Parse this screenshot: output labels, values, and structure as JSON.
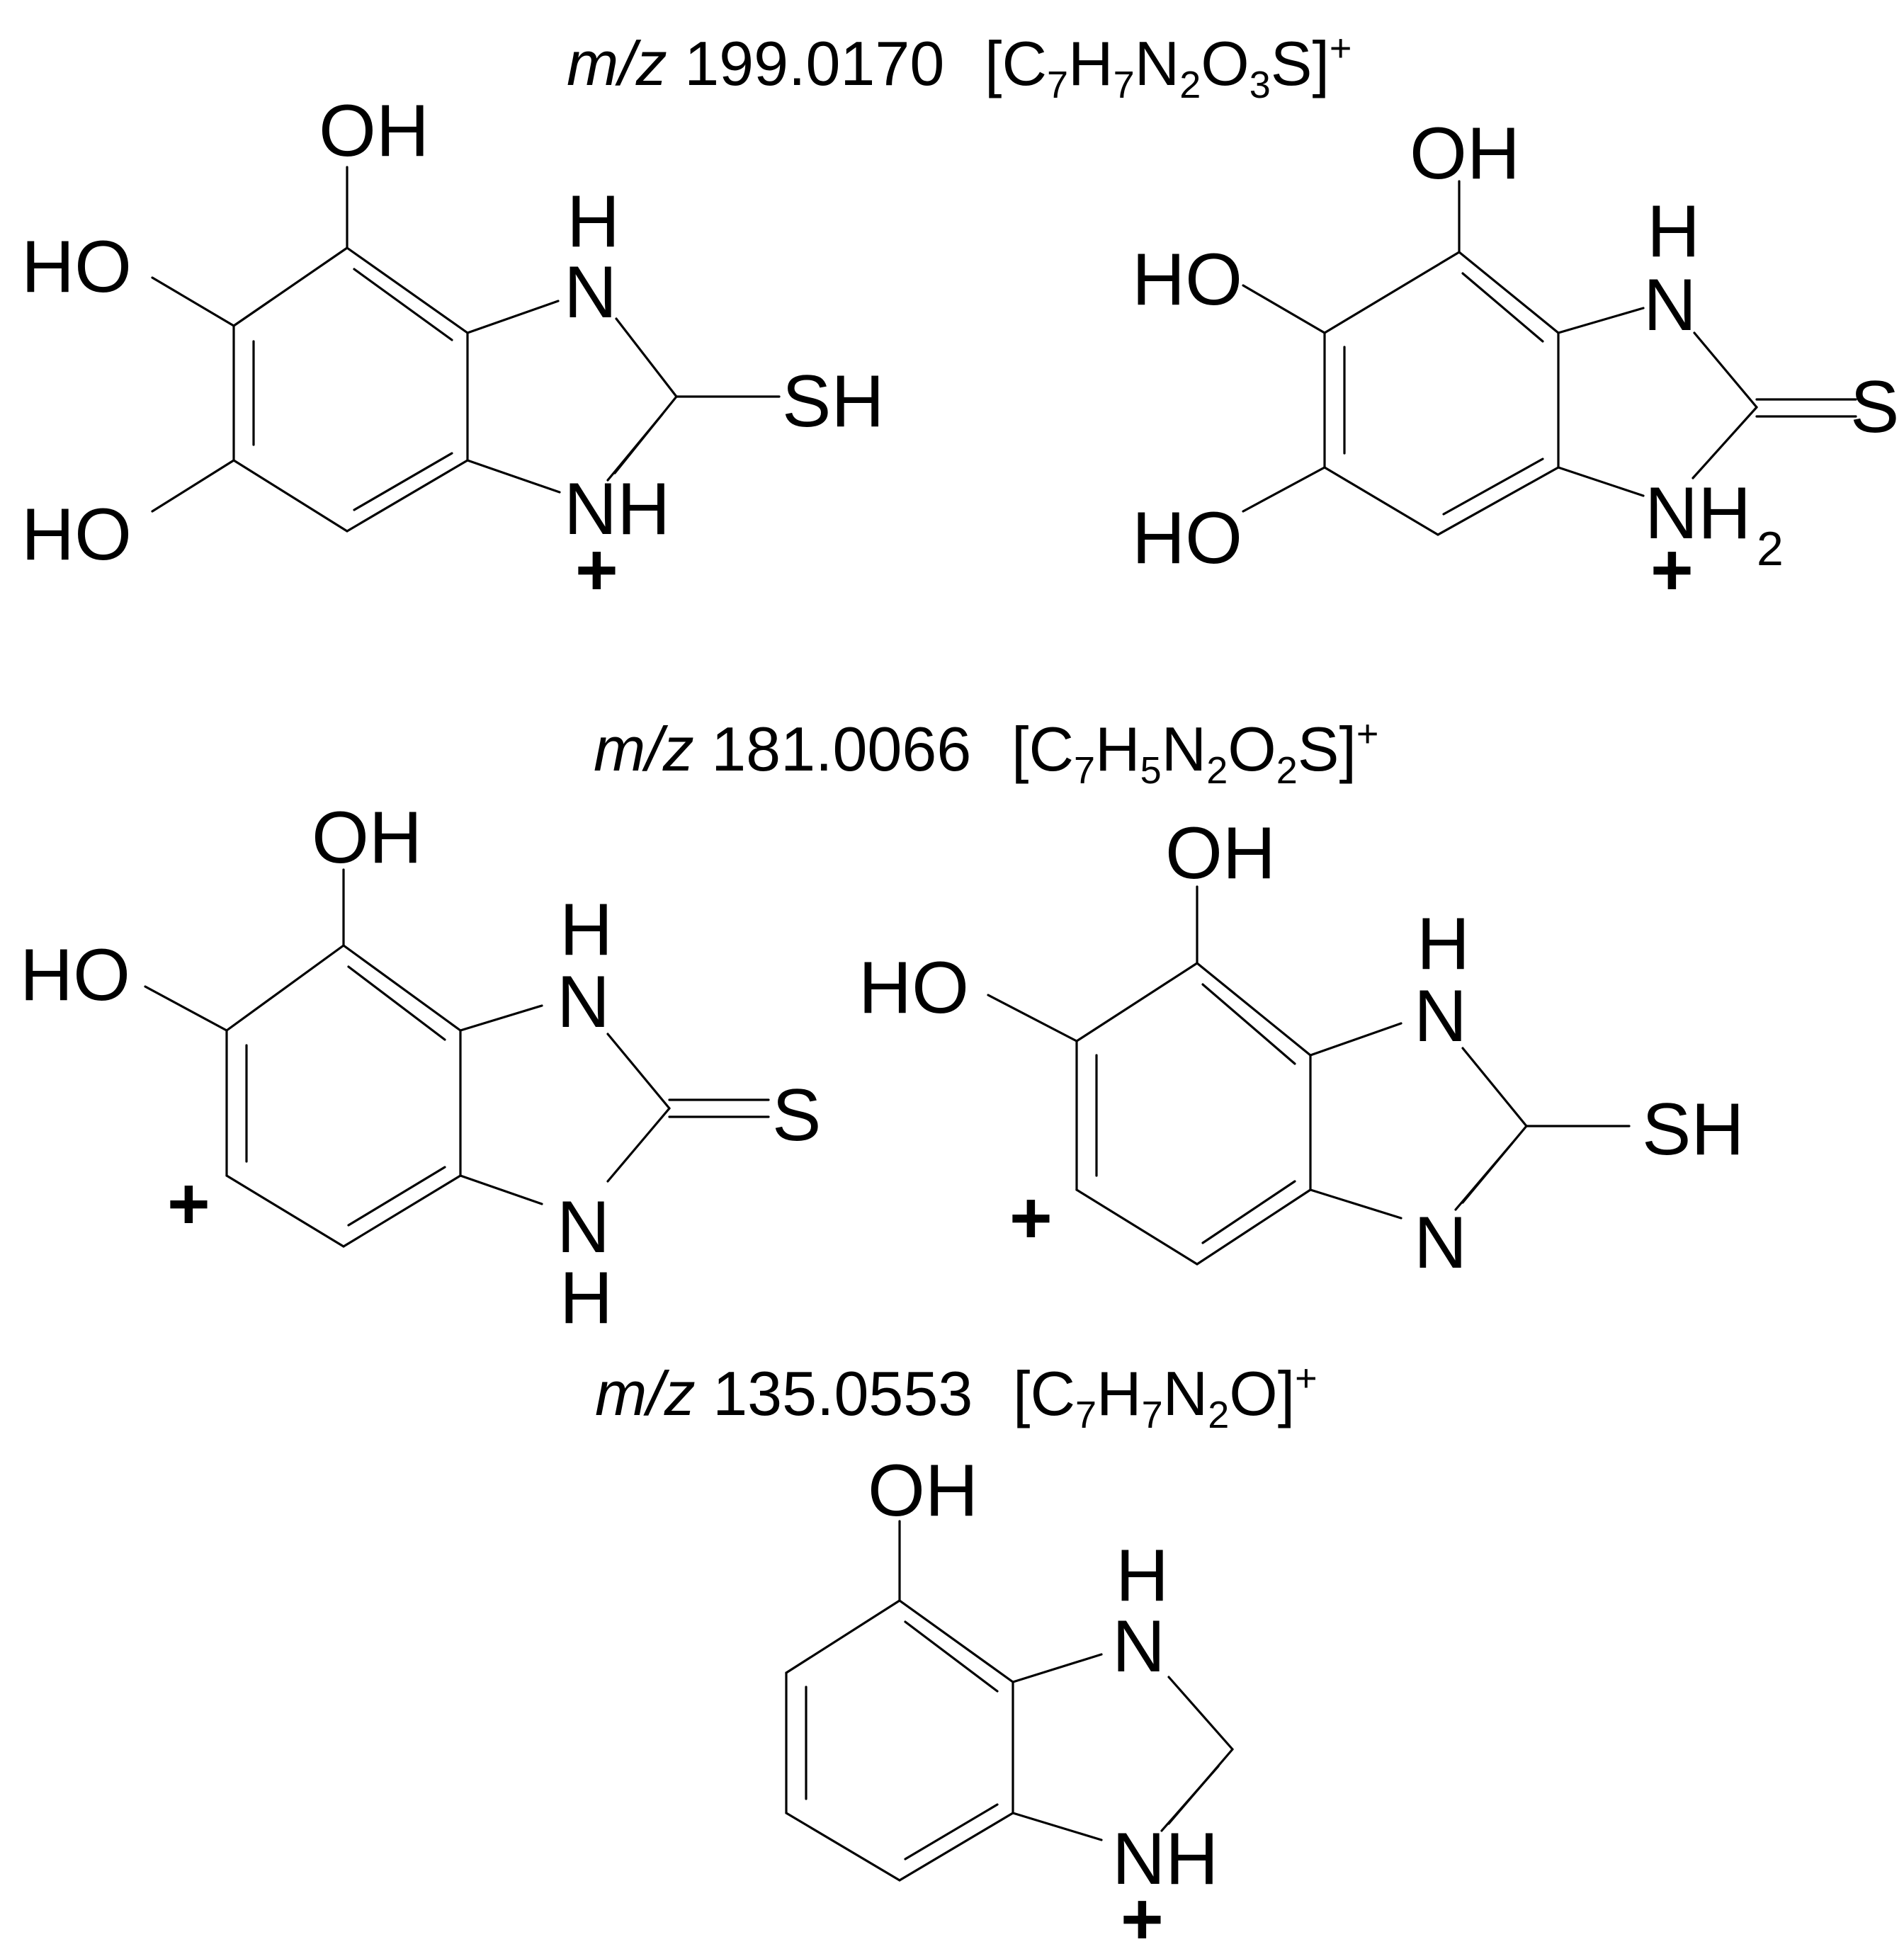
{
  "headings": [
    {
      "mz_label": "m/z",
      "mz_value": "199.0170",
      "formula_parts": [
        {
          "t": " [C"
        },
        {
          "s": "7"
        },
        {
          "t": "H"
        },
        {
          "s": "7"
        },
        {
          "t": "N"
        },
        {
          "s": "2"
        },
        {
          "t": "O"
        },
        {
          "s": "3"
        },
        {
          "t": "S]"
        },
        {
          "p": "+"
        }
      ]
    },
    {
      "mz_label": "m/z",
      "mz_value": "181.0066",
      "formula_parts": [
        {
          "t": " [C"
        },
        {
          "s": "7"
        },
        {
          "t": "H"
        },
        {
          "s": "5"
        },
        {
          "t": "N"
        },
        {
          "s": "2"
        },
        {
          "t": "O"
        },
        {
          "s": "2"
        },
        {
          "t": "S]"
        },
        {
          "p": "+"
        }
      ]
    },
    {
      "mz_label": "m/z",
      "mz_value": "135.0553",
      "formula_parts": [
        {
          "t": " [C"
        },
        {
          "s": "7"
        },
        {
          "t": "H"
        },
        {
          "s": "7"
        },
        {
          "t": "N"
        },
        {
          "s": "2"
        },
        {
          "t": "O]"
        },
        {
          "p": "+"
        }
      ]
    }
  ],
  "labels": {
    "OH": "OH",
    "HO": "HO",
    "H": "H",
    "N": "N",
    "NH": "NH",
    "SH": "SH",
    "S": "S",
    "two": "2",
    "plus": "+"
  }
}
